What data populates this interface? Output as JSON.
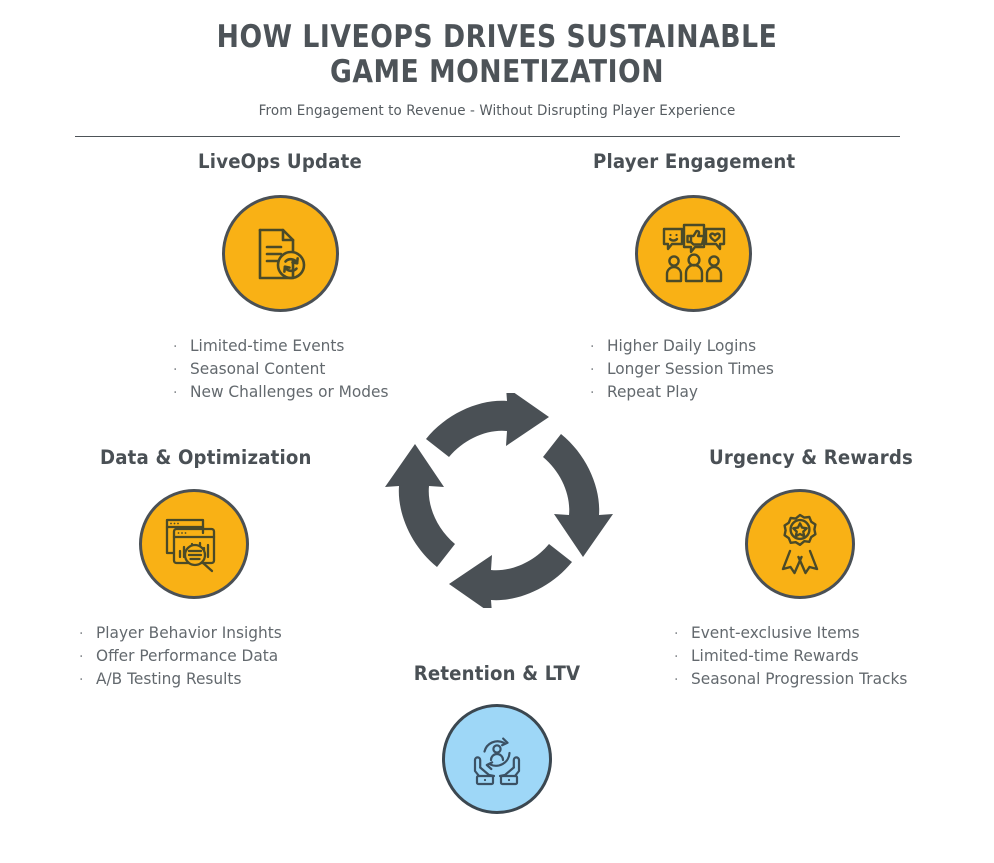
{
  "header": {
    "title_line1": "HOW LIVEOPS DRIVES SUSTAINABLE",
    "title_line2": "GAME MONETIZATION",
    "subtitle": "From Engagement to Revenue - Without Disrupting Player Experience"
  },
  "colors": {
    "accent_orange": "#F9B115",
    "accent_blue": "#9ED7F7",
    "dark_slate": "#4A5055",
    "body_text": "#63696E"
  },
  "bullet_glyph": "·",
  "sections": [
    {
      "id": "liveops",
      "heading": "LiveOps Update",
      "icon": "document-refresh-icon",
      "circle_color": "#F9B115",
      "bullets": [
        "Limited-time Events",
        "Seasonal Content",
        "New Challenges or Modes"
      ]
    },
    {
      "id": "engagement",
      "heading": "Player Engagement",
      "icon": "people-feedback-icon",
      "circle_color": "#F9B115",
      "bullets": [
        "Higher Daily Logins",
        "Longer Session Times",
        "Repeat Play"
      ]
    },
    {
      "id": "data",
      "heading": "Data & Optimization",
      "icon": "analytics-search-icon",
      "circle_color": "#F9B115",
      "bullets": [
        "Player Behavior Insights",
        "Offer Performance Data",
        "A/B Testing Results"
      ]
    },
    {
      "id": "urgency",
      "heading": "Urgency & Rewards",
      "icon": "award-ribbon-icon",
      "circle_color": "#F9B115",
      "bullets": [
        "Event-exclusive Items",
        "Limited-time Rewards",
        "Seasonal Progression Tracks"
      ]
    },
    {
      "id": "retention",
      "heading": "Retention & LTV",
      "icon": "hands-holding-user-icon",
      "circle_color": "#9ED7F7",
      "bullets": []
    }
  ],
  "center": {
    "icon": "cycle-arrows-icon",
    "arrow_count": 4,
    "direction": "clockwise",
    "color": "#4A5055"
  }
}
